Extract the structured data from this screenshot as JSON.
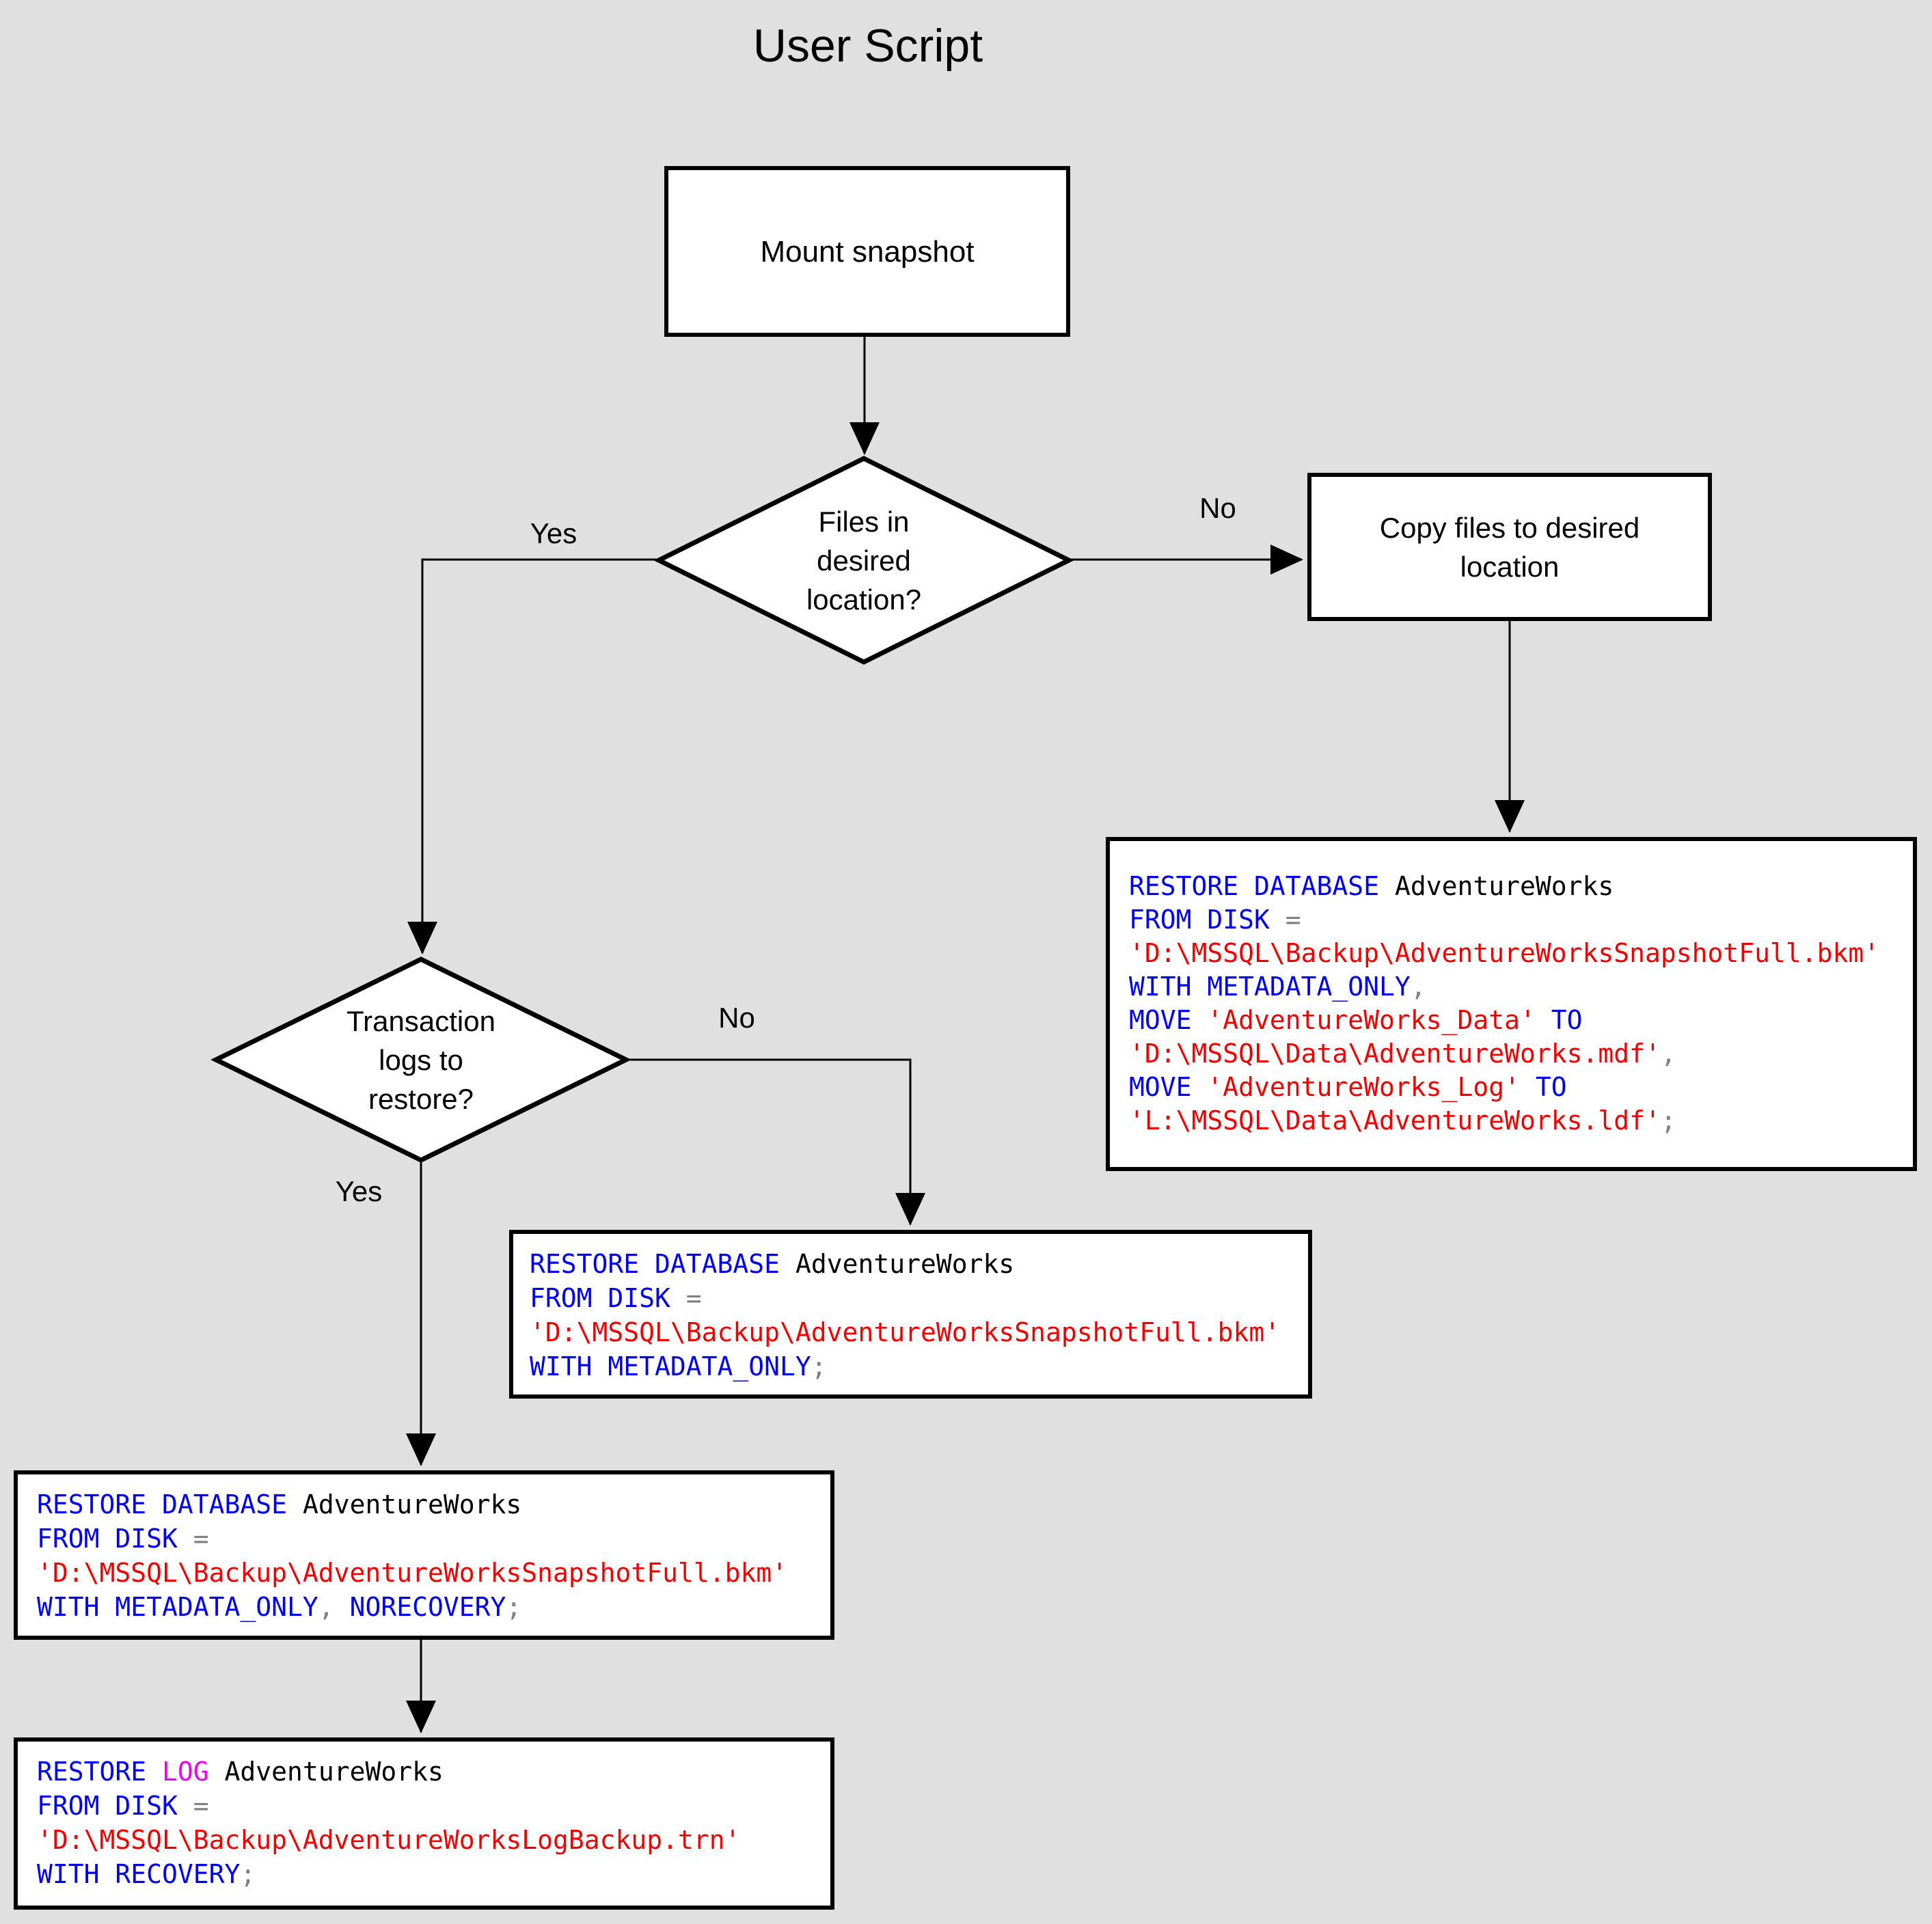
{
  "title": "User Script",
  "colors": {
    "keyword": "#0000EE",
    "string": "#EE0000",
    "identifier": "#000000",
    "operator": "#808080",
    "log_keyword": "#EE00EE",
    "node_fill": "#FFFFFF",
    "node_border": "#000000",
    "background": "#E0E0E0"
  },
  "nodes": {
    "mount": {
      "label": "Mount snapshot"
    },
    "files_decision": {
      "lines": [
        "Files in",
        "desired",
        "location?"
      ]
    },
    "copy": {
      "lines": [
        "Copy files to desired",
        "location"
      ]
    },
    "logs_decision": {
      "lines": [
        "Transaction",
        "logs to",
        "restore?"
      ]
    }
  },
  "edge_labels": {
    "files_yes": "Yes",
    "files_no": "No",
    "logs_yes": "Yes",
    "logs_no": "No"
  },
  "code_blocks": {
    "restore_move": {
      "lines": [
        [
          {
            "c": "kw",
            "t": "RESTORE DATABASE "
          },
          {
            "c": "id",
            "t": "AdventureWorks"
          }
        ],
        [
          {
            "c": "kw",
            "t": "FROM DISK "
          },
          {
            "c": "op",
            "t": "="
          }
        ],
        [
          {
            "c": "str",
            "t": "'D:\\MSSQL\\Backup\\AdventureWorksSnapshotFull.bkm'"
          }
        ],
        [
          {
            "c": "kw",
            "t": "WITH METADATA_ONLY"
          },
          {
            "c": "op",
            "t": ","
          }
        ],
        [
          {
            "c": "kw",
            "t": "MOVE "
          },
          {
            "c": "str",
            "t": "'AdventureWorks_Data'"
          },
          {
            "c": "kw",
            "t": " TO"
          }
        ],
        [
          {
            "c": "str",
            "t": "'D:\\MSSQL\\Data\\AdventureWorks.mdf'"
          },
          {
            "c": "op",
            "t": ","
          }
        ],
        [
          {
            "c": "kw",
            "t": "MOVE "
          },
          {
            "c": "str",
            "t": "'AdventureWorks_Log'"
          },
          {
            "c": "kw",
            "t": " TO"
          }
        ],
        [
          {
            "c": "str",
            "t": "'L:\\MSSQL\\Data\\AdventureWorks.ldf'"
          },
          {
            "c": "op",
            "t": ";"
          }
        ]
      ]
    },
    "restore_metadata": {
      "lines": [
        [
          {
            "c": "kw",
            "t": "RESTORE DATABASE "
          },
          {
            "c": "id",
            "t": "AdventureWorks"
          }
        ],
        [
          {
            "c": "kw",
            "t": "FROM DISK "
          },
          {
            "c": "op",
            "t": "="
          }
        ],
        [
          {
            "c": "str",
            "t": "'D:\\MSSQL\\Backup\\AdventureWorksSnapshotFull.bkm'"
          }
        ],
        [
          {
            "c": "kw",
            "t": "WITH METADATA_ONLY"
          },
          {
            "c": "op",
            "t": ";"
          }
        ]
      ]
    },
    "restore_norecovery": {
      "lines": [
        [
          {
            "c": "kw",
            "t": "RESTORE DATABASE "
          },
          {
            "c": "id",
            "t": "AdventureWorks"
          }
        ],
        [
          {
            "c": "kw",
            "t": "FROM DISK "
          },
          {
            "c": "op",
            "t": "="
          }
        ],
        [
          {
            "c": "str",
            "t": "'D:\\MSSQL\\Backup\\AdventureWorksSnapshotFull.bkm'"
          }
        ],
        [
          {
            "c": "kw",
            "t": "WITH METADATA_ONLY"
          },
          {
            "c": "op",
            "t": ", "
          },
          {
            "c": "kw",
            "t": "NORECOVERY"
          },
          {
            "c": "op",
            "t": ";"
          }
        ]
      ]
    },
    "restore_log": {
      "lines": [
        [
          {
            "c": "kw",
            "t": "RESTORE "
          },
          {
            "c": "log",
            "t": "LOG"
          },
          {
            "c": "id",
            "t": " AdventureWorks"
          }
        ],
        [
          {
            "c": "kw",
            "t": "FROM DISK "
          },
          {
            "c": "op",
            "t": "="
          }
        ],
        [
          {
            "c": "str",
            "t": "'D:\\MSSQL\\Backup\\AdventureWorksLogBackup.trn'"
          }
        ],
        [
          {
            "c": "kw",
            "t": "WITH RECOVERY"
          },
          {
            "c": "op",
            "t": ";"
          }
        ]
      ]
    }
  }
}
